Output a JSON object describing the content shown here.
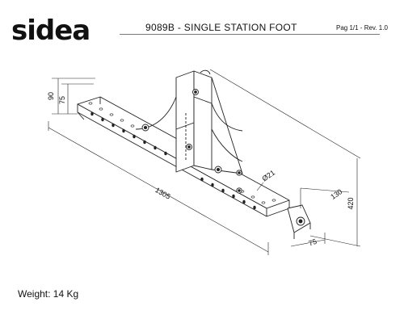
{
  "header": {
    "logo": "sidea",
    "title": "9089B - SINGLE STATION FOOT",
    "page_info": "Pag 1/1 - Rev. 1.0"
  },
  "drawing": {
    "dimensions": {
      "height_90": "90",
      "height_75": "75",
      "length_1305": "1305",
      "diameter_21": "Ø21",
      "width_130": "130",
      "height_420": "420",
      "width_75": "75"
    }
  },
  "footer": {
    "weight": "Weight: 14 Kg"
  }
}
